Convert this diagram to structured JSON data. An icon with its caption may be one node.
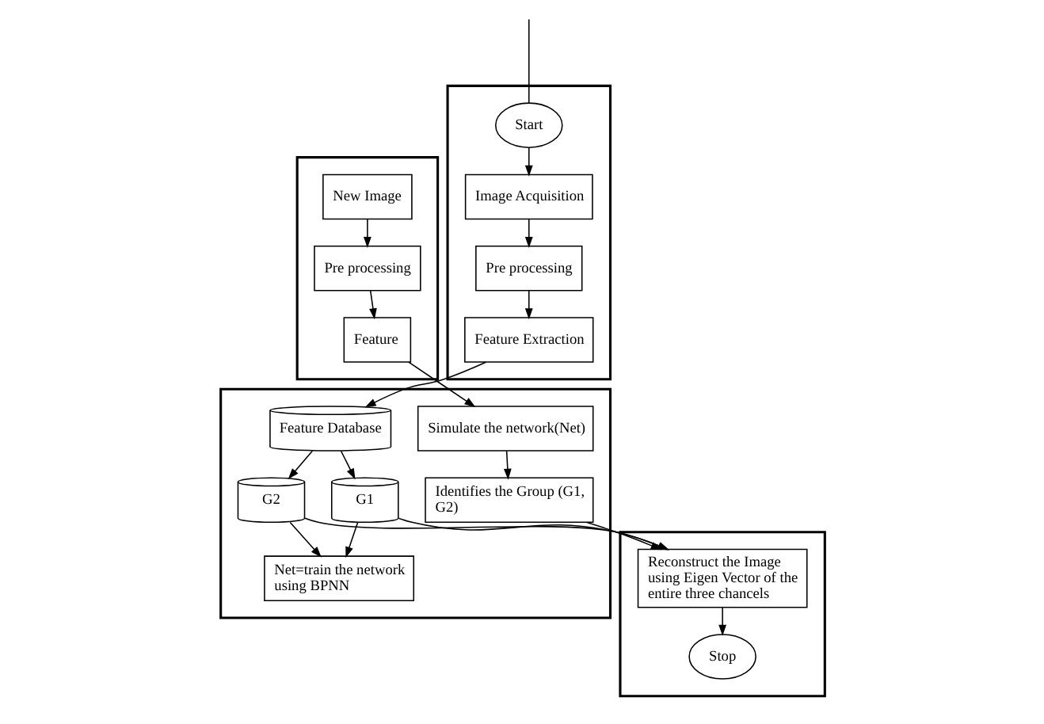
{
  "diagram": {
    "nodes": [
      {
        "text": [],
        "shape": "box"
      },
      {
        "text": [
          "Start"
        ],
        "in": 0
      },
      {
        "text": [
          "Image Acquisition"
        ],
        "in": 0
      },
      {
        "text": [
          "Pre processing"
        ],
        "in": 0
      },
      {
        "text": [
          "Feature Extraction"
        ],
        "in": 0
      },
      {
        "text": [],
        "shape": "box"
      },
      {
        "text": [
          "Feature Database"
        ],
        "in": 5
      },
      {
        "text": [
          "G1"
        ],
        "in": 5
      },
      {
        "text": [
          "G2"
        ],
        "in": 5
      },
      {
        "text": [
          "Net=train the network using BPNN"
        ],
        "in": 5
      },
      {
        "text": [
          "Simulate the network(Net)"
        ],
        "in": 5
      },
      {
        "text": [
          "Identifies the Group (G1, G2)"
        ],
        "in": 5
      },
      {
        "text": [],
        "shape": "box"
      },
      {
        "text": [
          "New Image"
        ],
        "in": 12
      },
      {
        "text": [
          "Pre processing"
        ],
        "in": 12
      },
      {
        "text": [
          "Feature"
        ],
        "in": 12
      },
      {
        "text": [],
        "shape": "box"
      },
      {
        "text": [
          "Reconstruct the Image using Eigen Vector of the entire three chancels"
        ],
        "in": 16
      },
      {
        "text": [
          "Stop"
        ],
        "in": 16
      }
    ],
    "edges": [
      {
        "from": null,
        "to": 1,
        "arrow": "none"
      },
      {
        "from": 1,
        "to": 2,
        "arrow": "to"
      },
      {
        "from": 2,
        "to": 3,
        "arrow": "to"
      },
      {
        "from": 3,
        "to": 4,
        "arrow": "to"
      },
      {
        "from": 4,
        "to": 6,
        "arrow": "to"
      },
      {
        "from": 6,
        "to": 7,
        "arrow": "to"
      },
      {
        "from": 6,
        "to": 8,
        "arrow": "to"
      },
      {
        "from": 7,
        "to": 9,
        "arrow": "to"
      },
      {
        "from": 8,
        "to": 9,
        "arrow": "to"
      },
      {
        "from": 7,
        "to": 17,
        "arrow": "to"
      },
      {
        "from": 8,
        "to": 17,
        "arrow": "to"
      },
      {
        "from": 13,
        "to": 14,
        "arrow": "to"
      },
      {
        "from": 14,
        "to": 15,
        "arrow": "to"
      },
      {
        "from": 15,
        "to": 10,
        "arrow": "to"
      },
      {
        "from": 10,
        "to": 11,
        "arrow": "to"
      },
      {
        "from": 11,
        "to": 17,
        "arrow": "to"
      },
      {
        "from": 17,
        "to": 18,
        "arrow": "to"
      }
    ]
  }
}
